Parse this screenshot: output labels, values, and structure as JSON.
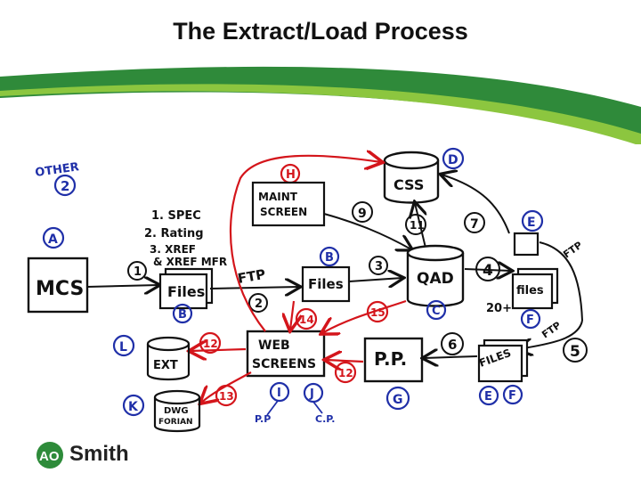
{
  "title": "The Extract/Load Process",
  "brand": {
    "mark": "AO",
    "name": "Smith",
    "green": "#2e8b3a"
  },
  "colors": {
    "ink": "#111111",
    "red": "#d4151b",
    "blue": "#1f2fa8",
    "banner_dark": "#2f8a3a",
    "banner_light": "#8cc63f"
  },
  "boxes": {
    "mcs": "MCS",
    "files1": "Files",
    "files2": "Files",
    "maint": [
      "MAINT",
      "SCREEN"
    ],
    "css": "CSS",
    "qad": "QAD",
    "e_box": "",
    "files3": "files",
    "web": [
      "WEB",
      "SCREENS"
    ],
    "pp": "P.P.",
    "files4": "FILES",
    "ext": "EXT",
    "dwg": [
      "DWG",
      "FORIAN"
    ]
  },
  "notes": {
    "list": [
      "1. SPEC",
      "2. Rating",
      "3. XREF",
      "& XREF MFR"
    ],
    "ftp1": "FTP",
    "ftp2": "FTP",
    "ftp3": "FTP",
    "twenty": "20+",
    "pp_small": "P.P",
    "cp_small": "C.P."
  },
  "letters": {
    "other": "OTHER",
    "other_num": "2",
    "A": "A",
    "B": "B",
    "C": "C",
    "D": "D",
    "E": "E",
    "F": "F",
    "G": "G",
    "H": "H",
    "I": "I",
    "J": "J",
    "K": "K",
    "L": "L",
    "B2": "B",
    "E2": "E",
    "F2": "F",
    "F3": "F"
  },
  "steps": {
    "s1": "1",
    "s2": "2",
    "s3": "3",
    "s4": "4",
    "s5": "5",
    "s6": "6",
    "s7": "7",
    "s9": "9",
    "s11": "11",
    "s12a": "12",
    "s12b": "12",
    "s13": "13",
    "s14": "14",
    "s15": "15"
  }
}
